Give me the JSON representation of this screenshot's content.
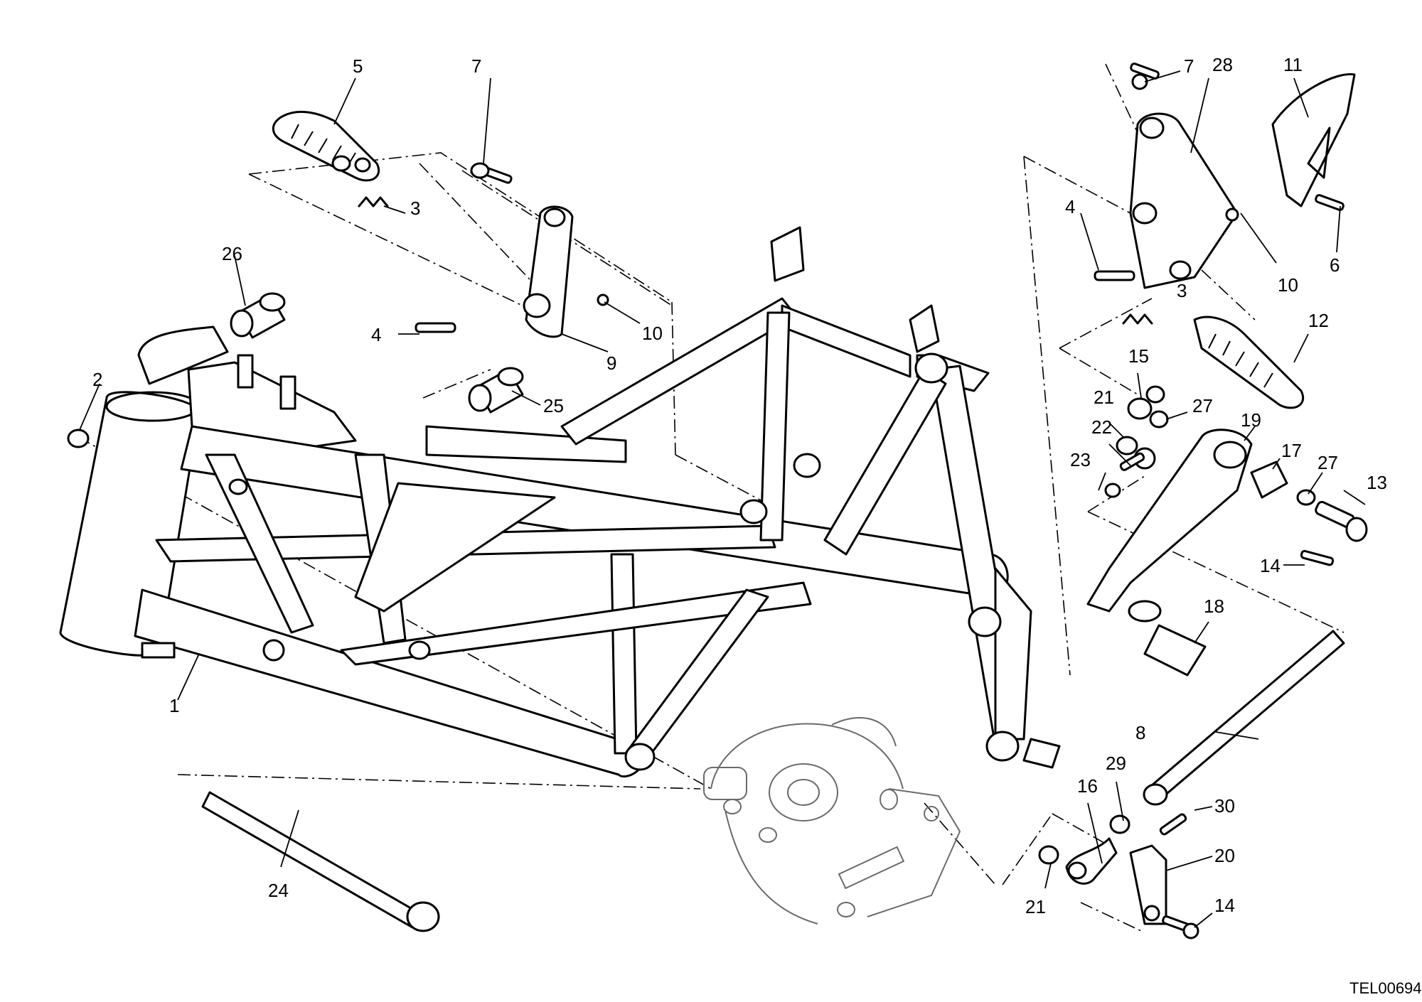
{
  "diagram": {
    "reference_code": "TEL00694",
    "callouts": [
      {
        "label": "1"
      },
      {
        "label": "2"
      },
      {
        "label": "3"
      },
      {
        "label": "4"
      },
      {
        "label": "5"
      },
      {
        "label": "7"
      },
      {
        "label": "9"
      },
      {
        "label": "10"
      },
      {
        "label": "24"
      },
      {
        "label": "25"
      },
      {
        "label": "26"
      },
      {
        "label": "7"
      },
      {
        "label": "28"
      },
      {
        "label": "11"
      },
      {
        "label": "4"
      },
      {
        "label": "6"
      },
      {
        "label": "10"
      },
      {
        "label": "3"
      },
      {
        "label": "12"
      },
      {
        "label": "15"
      },
      {
        "label": "27"
      },
      {
        "label": "21"
      },
      {
        "label": "19"
      },
      {
        "label": "22"
      },
      {
        "label": "23"
      },
      {
        "label": "17"
      },
      {
        "label": "27"
      },
      {
        "label": "13"
      },
      {
        "label": "14"
      },
      {
        "label": "18"
      },
      {
        "label": "8"
      },
      {
        "label": "29"
      },
      {
        "label": "16"
      },
      {
        "label": "30"
      },
      {
        "label": "20"
      },
      {
        "label": "21"
      },
      {
        "label": "14"
      }
    ]
  }
}
